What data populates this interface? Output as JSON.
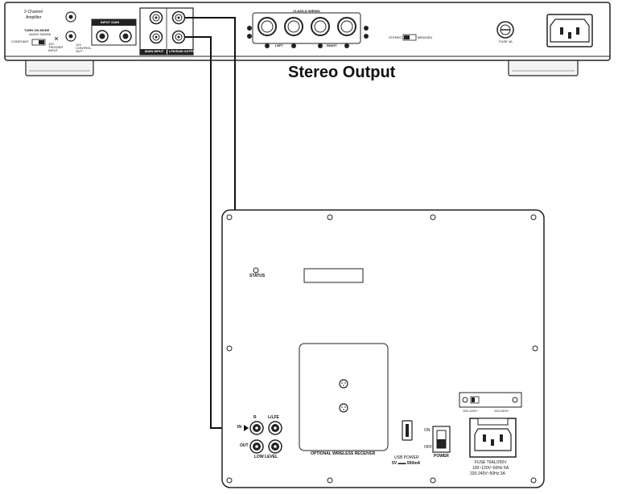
{
  "title": "Stereo Output",
  "amplifier": {
    "brand_line1": "2-Channel",
    "brand_line2": "Amplifier",
    "turn_on_mode": "TURN ON MODE",
    "audio_sense": "AUDIO SENSE",
    "constant": "CONSTANT",
    "trigger": "12V TRIGGER INPUT",
    "trigger_out": "12V CONTROL OUT",
    "input_gain": "INPUT GAIN",
    "main_input": "MAIN INPUT",
    "lfe_sub_output": "LFE/SUB OUTPUT",
    "class_d_wiring": "CLASS-D WIRING",
    "left": "LEFT",
    "right": "RIGHT",
    "stereo": "STEREO",
    "bridged": "BRIDGED",
    "fuse": "FUSE 4A"
  },
  "subwoofer": {
    "status": "STATUS",
    "in_label": "IN",
    "out_label": "OUT",
    "r_label": "R",
    "lfe_label": "L/LFE",
    "low_level": "LOW LEVEL",
    "wireless": "OPTIONAL WIRELESS RECEIVER",
    "usb_power": "USB POWER",
    "usb_spec": "5V ▬▬ 500mA",
    "on": "ON",
    "off": "OFF",
    "power": "POWER",
    "voltage_low": "100-120V~",
    "voltage_high": "220-240V~",
    "fuse_line1": "FUSE T6AL/250V",
    "fuse_line2": "100~120V~60Hz 6A",
    "fuse_line3": "220-240V~50Hz 3A"
  }
}
